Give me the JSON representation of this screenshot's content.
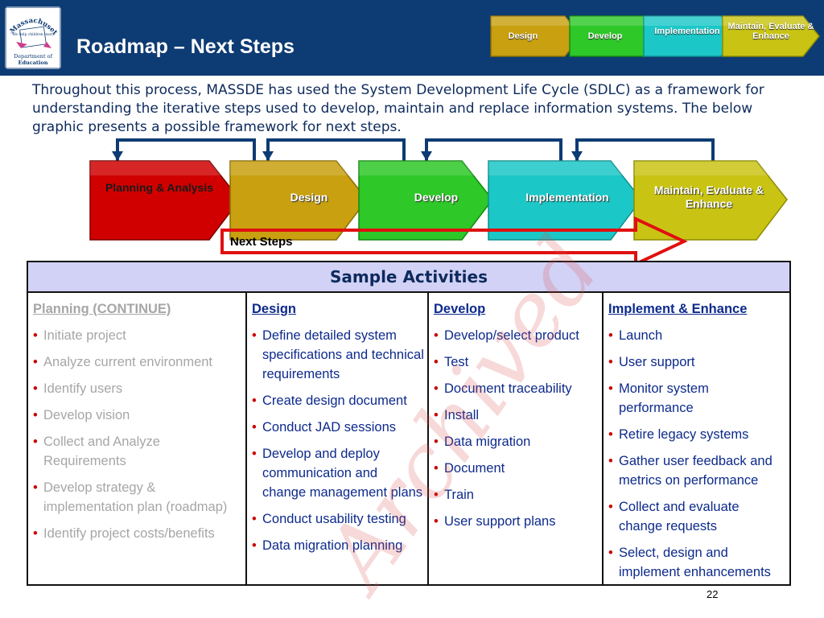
{
  "header": {
    "title": "Roadmap – Next Steps",
    "logo_text": {
      "top": "Massachusetts",
      "bottom_line1": "Department of",
      "bottom_line2": "Education",
      "slogan": "\"We help children learn\""
    },
    "mini_steps": [
      {
        "label": "Design",
        "color": "#c8a010"
      },
      {
        "label": "Develop",
        "color": "#2ec829"
      },
      {
        "label": "Implementation",
        "color": "#1cc7c7"
      },
      {
        "label": "Maintain, Evaluate & Enhance",
        "color": "#c9c414"
      }
    ]
  },
  "intro_text": "Throughout this process, MASSDE has used the System Development Life Cycle (SDLC) as a framework for understanding the iterative steps used to develop, maintain and replace information systems.  The below graphic presents a possible framework for next steps.",
  "big_steps": [
    {
      "label": "Planning & Analysis",
      "color": "#d10000",
      "text_color": "#1a1a1a"
    },
    {
      "label": "Design",
      "color": "#c8a010",
      "text_color": "#ffffff"
    },
    {
      "label": "Develop",
      "color": "#2ec829",
      "text_color": "#ffffff"
    },
    {
      "label": "Implementation",
      "color": "#1cc7c7",
      "text_color": "#ffffff"
    },
    {
      "label": "Maintain, Evaluate & Enhance",
      "color": "#c9c414",
      "text_color": "#ffffff"
    }
  ],
  "next_steps_label": "Next Steps",
  "table": {
    "header": "Sample Activities",
    "columns": [
      {
        "title": "Planning (CONTINUE)",
        "items": [
          "Initiate project",
          "Analyze current environment",
          "Identify users",
          "Develop vision",
          "Collect and Analyze Requirements",
          "Develop strategy & implementation plan (roadmap)",
          "Identify project costs/benefits"
        ]
      },
      {
        "title": "Design",
        "items": [
          "Define detailed system specifications and technical requirements",
          "Create design document",
          "Conduct JAD sessions",
          "Develop and deploy communication and change management plans",
          "Conduct usability testing",
          "Data migration planning"
        ]
      },
      {
        "title": "Develop",
        "items": [
          "Develop/select product",
          "Test",
          "Document traceability",
          "Install",
          "Data migration",
          "Document",
          "Train",
          "User support plans"
        ]
      },
      {
        "title": "Implement & Enhance",
        "items": [
          "Launch",
          "User support",
          "Monitor system performance",
          "Retire legacy systems",
          "Gather user feedback and metrics on performance",
          "Collect and evaluate change requests",
          "Select, design and implement enhancements"
        ]
      }
    ]
  },
  "watermark": "Archived",
  "page_number": "22",
  "colors": {
    "header_bg": "#0d3b73",
    "loop_arrow": "#0d3b73",
    "table_header_bg": "#d2d2f6",
    "bullet": "#cc0000",
    "next_steps_outline": "#e01010"
  }
}
